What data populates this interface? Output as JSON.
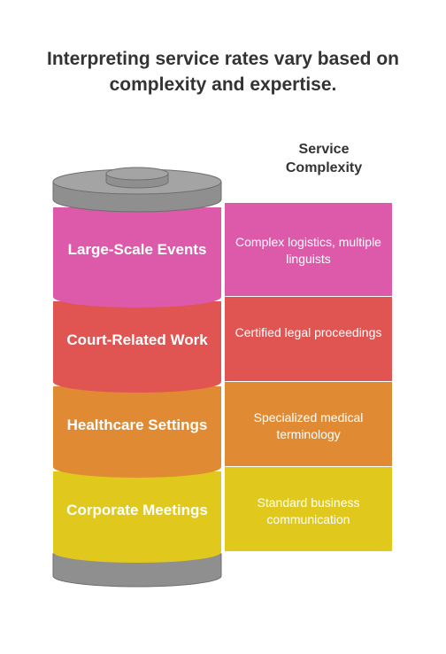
{
  "title": "Interpreting service rates vary based on complexity and expertise.",
  "axis_label": "Service Complexity",
  "levels": [
    {
      "name": "Large-Scale Events",
      "description": "Complex logistics, multiple linguists",
      "color": "#dc5aa9"
    },
    {
      "name": "Court-Related Work",
      "description": "Certified legal proceedings",
      "color": "#e05552"
    },
    {
      "name": "Healthcare Settings",
      "description": "Specialized medical terminology",
      "color": "#e08a33"
    },
    {
      "name": "Corporate Meetings",
      "description": "Standard business communication",
      "color": "#e0c91c"
    }
  ],
  "cylinder_color": "#8f8f8f"
}
